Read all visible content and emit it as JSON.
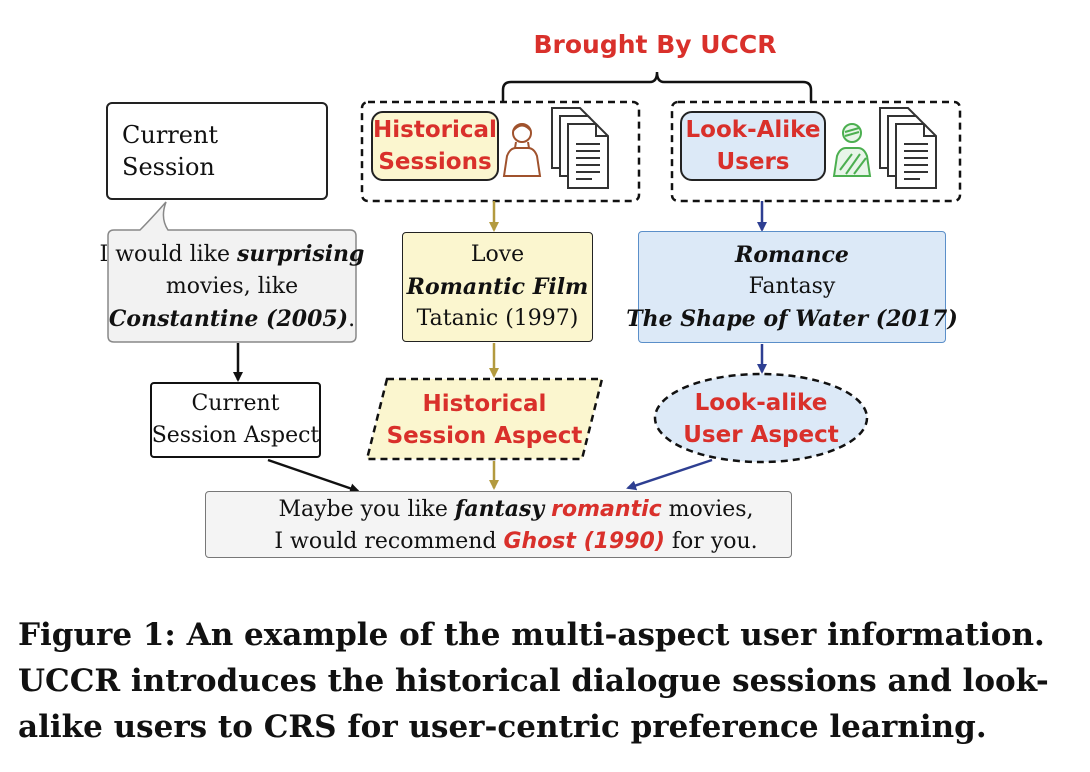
{
  "brought_by_label": "Brought By UCCR",
  "current_session": {
    "line1": "Current",
    "line2": "Session"
  },
  "historical_sessions": {
    "line1": "Historical",
    "line2": "Sessions"
  },
  "look_alike_users": {
    "line1": "Look-Alike",
    "line2": "Users"
  },
  "user_utterance": {
    "part1": "I would like ",
    "emphasis1": "surprising",
    "part2": "movies, like",
    "emphasis2": "Constantine (2005)",
    "part3": "."
  },
  "historical_preference": {
    "line1": "Love",
    "line2": "Romantic Film",
    "line3": "Tatanic (1997)"
  },
  "lookalike_preference": {
    "line1": "Romance",
    "line2": "Fantasy",
    "line3": "The Shape of Water (2017)"
  },
  "current_session_aspect": {
    "line1": "Current",
    "line2": "Session Aspect"
  },
  "historical_session_aspect": {
    "line1": "Historical",
    "line2": "Session Aspect"
  },
  "lookalike_user_aspect": {
    "line1": "Look-alike",
    "line2": "User Aspect"
  },
  "recommendation": {
    "p1": "Maybe you like ",
    "e1": "fantasy",
    "r1": "romantic",
    "p2": " movies,",
    "p3": "I would recommend ",
    "r2": "Ghost (1990)",
    "p4": " for you."
  },
  "caption": {
    "line1": "Figure 1: An example of the multi-aspect user information.",
    "line2": "UCCR introduces the historical dialogue sessions and look-",
    "line3": "alike users to CRS for user-centric preference learning."
  },
  "colors": {
    "accent_red": "#d9302b",
    "historical_fill": "#fbf6cf",
    "lookalike_fill": "#dce9f7",
    "gold_arrow": "#b39a3f",
    "blue_arrow": "#2e3f92",
    "green_user": "#4caf50",
    "brown_user": "#a0522d"
  },
  "icons": [
    "user-icon",
    "document-icon",
    "document-stack-icon",
    "robot-icon"
  ]
}
